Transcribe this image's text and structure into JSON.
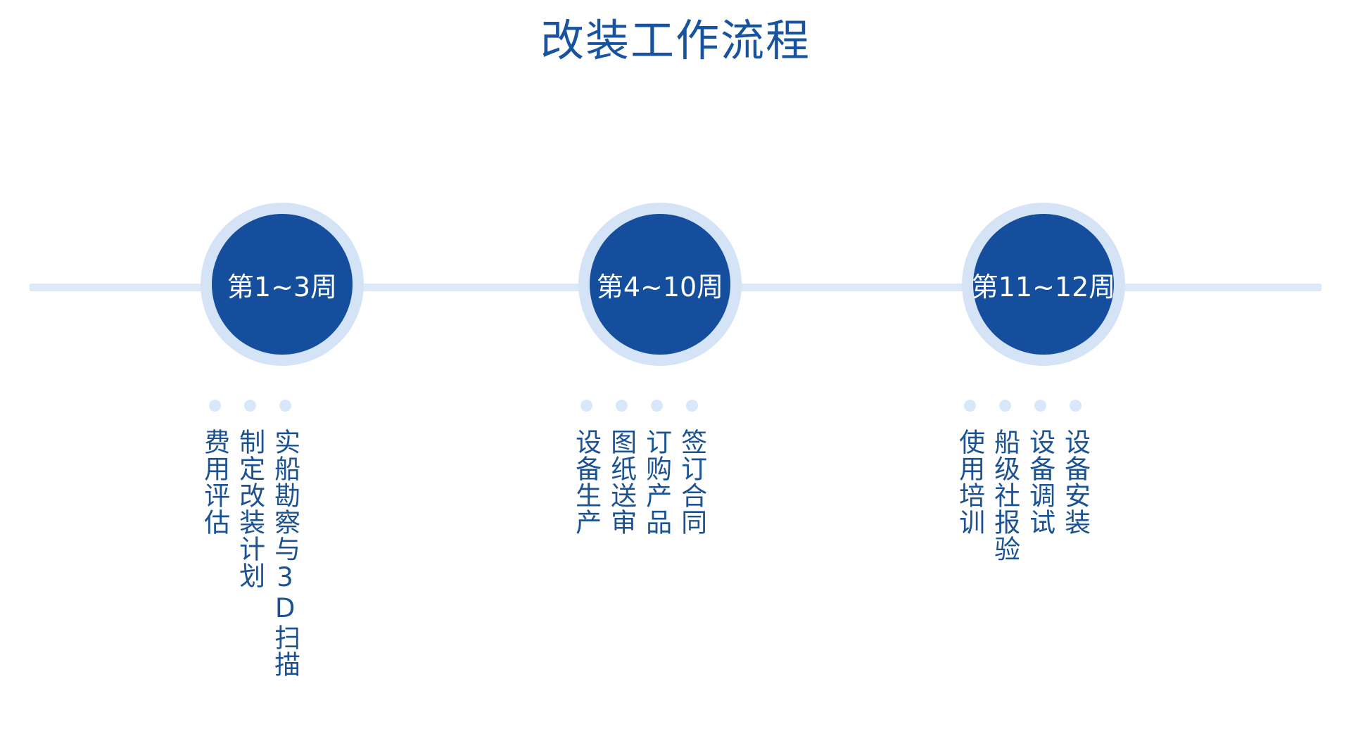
{
  "page": {
    "title": "改装工作流程",
    "background_color": "#ffffff"
  },
  "colors": {
    "primary_blue": "#154e9c",
    "ring_light_blue": "#d4e4f6",
    "baseline_blue": "#dce9f8",
    "dot_blue": "#d7e8fa",
    "text_blue": "#1b5293",
    "title_blue": "#17539f",
    "node_label_white": "#ffffff"
  },
  "timeline": {
    "baseline_label": "timeline-baseline",
    "stages": [
      {
        "id": "stage-1",
        "period_label": "第1~3周",
        "tasks": [
          "实船勘察与3D扫描",
          "制定改装计划",
          "费用评估"
        ]
      },
      {
        "id": "stage-2",
        "period_label": "第4~10周",
        "tasks": [
          "签订合同",
          "订购产品",
          "图纸送审",
          "设备生产"
        ]
      },
      {
        "id": "stage-3",
        "period_label": "第11~12周",
        "tasks": [
          "设备安装",
          "设备调试",
          "船级社报验",
          "使用培训"
        ]
      }
    ]
  }
}
